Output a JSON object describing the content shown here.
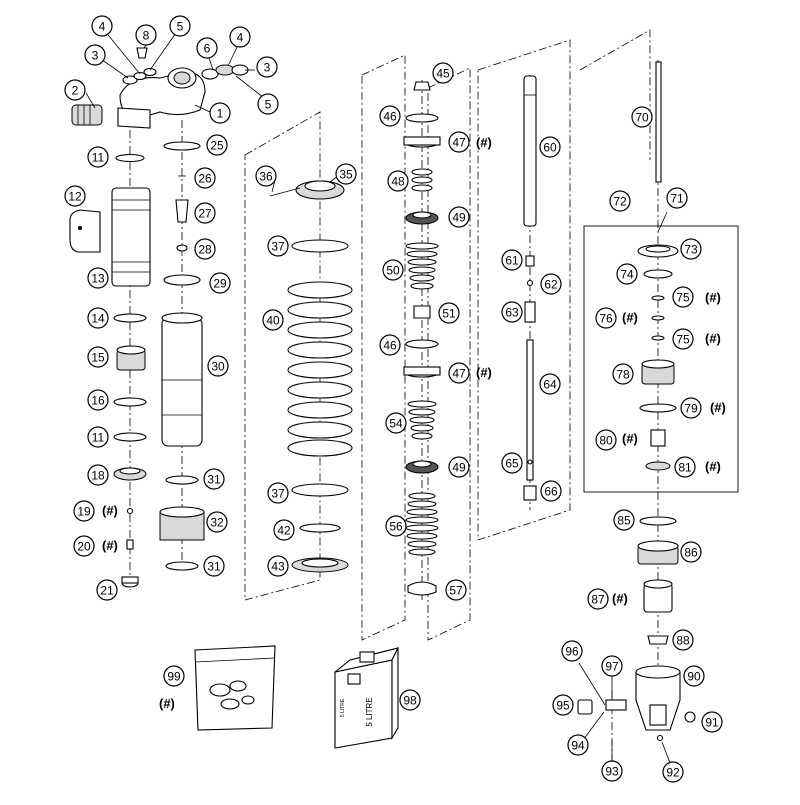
{
  "callouts": [
    {
      "id": "c1",
      "label": "1"
    },
    {
      "id": "c2",
      "label": "2"
    },
    {
      "id": "c3a",
      "label": "3"
    },
    {
      "id": "c3b",
      "label": "3"
    },
    {
      "id": "c4a",
      "label": "4"
    },
    {
      "id": "c4b",
      "label": "4"
    },
    {
      "id": "c5a",
      "label": "5"
    },
    {
      "id": "c5b",
      "label": "5"
    },
    {
      "id": "c6",
      "label": "6"
    },
    {
      "id": "c8",
      "label": "8"
    },
    {
      "id": "c11a",
      "label": "11"
    },
    {
      "id": "c11b",
      "label": "11"
    },
    {
      "id": "c12",
      "label": "12"
    },
    {
      "id": "c13",
      "label": "13"
    },
    {
      "id": "c14",
      "label": "14"
    },
    {
      "id": "c15",
      "label": "15"
    },
    {
      "id": "c16",
      "label": "16"
    },
    {
      "id": "c18",
      "label": "18"
    },
    {
      "id": "c19",
      "label": "19"
    },
    {
      "id": "c20",
      "label": "20"
    },
    {
      "id": "c21",
      "label": "21"
    },
    {
      "id": "c25",
      "label": "25"
    },
    {
      "id": "c26",
      "label": "26"
    },
    {
      "id": "c27",
      "label": "27"
    },
    {
      "id": "c28",
      "label": "28"
    },
    {
      "id": "c29",
      "label": "29"
    },
    {
      "id": "c30",
      "label": "30"
    },
    {
      "id": "c31a",
      "label": "31"
    },
    {
      "id": "c31b",
      "label": "31"
    },
    {
      "id": "c32",
      "label": "32"
    },
    {
      "id": "c35",
      "label": "35"
    },
    {
      "id": "c36",
      "label": "36"
    },
    {
      "id": "c37a",
      "label": "37"
    },
    {
      "id": "c37b",
      "label": "37"
    },
    {
      "id": "c40",
      "label": "40"
    },
    {
      "id": "c42",
      "label": "42"
    },
    {
      "id": "c43",
      "label": "43"
    },
    {
      "id": "c45",
      "label": "45"
    },
    {
      "id": "c46a",
      "label": "46"
    },
    {
      "id": "c46b",
      "label": "46"
    },
    {
      "id": "c47a",
      "label": "47"
    },
    {
      "id": "c47b",
      "label": "47"
    },
    {
      "id": "c48",
      "label": "48"
    },
    {
      "id": "c49a",
      "label": "49"
    },
    {
      "id": "c49b",
      "label": "49"
    },
    {
      "id": "c50",
      "label": "50"
    },
    {
      "id": "c51",
      "label": "51"
    },
    {
      "id": "c54",
      "label": "54"
    },
    {
      "id": "c56",
      "label": "56"
    },
    {
      "id": "c57",
      "label": "57"
    },
    {
      "id": "c60",
      "label": "60"
    },
    {
      "id": "c61",
      "label": "61"
    },
    {
      "id": "c62",
      "label": "62"
    },
    {
      "id": "c63",
      "label": "63"
    },
    {
      "id": "c64",
      "label": "64"
    },
    {
      "id": "c65",
      "label": "65"
    },
    {
      "id": "c66",
      "label": "66"
    },
    {
      "id": "c70",
      "label": "70"
    },
    {
      "id": "c71",
      "label": "71"
    },
    {
      "id": "c72",
      "label": "72"
    },
    {
      "id": "c73",
      "label": "73"
    },
    {
      "id": "c74",
      "label": "74"
    },
    {
      "id": "c75a",
      "label": "75"
    },
    {
      "id": "c75b",
      "label": "75"
    },
    {
      "id": "c76",
      "label": "76"
    },
    {
      "id": "c78",
      "label": "78"
    },
    {
      "id": "c79",
      "label": "79"
    },
    {
      "id": "c80",
      "label": "80"
    },
    {
      "id": "c81",
      "label": "81"
    },
    {
      "id": "c85",
      "label": "85"
    },
    {
      "id": "c86",
      "label": "86"
    },
    {
      "id": "c87",
      "label": "87"
    },
    {
      "id": "c88",
      "label": "88"
    },
    {
      "id": "c90",
      "label": "90"
    },
    {
      "id": "c91",
      "label": "91"
    },
    {
      "id": "c92",
      "label": "92"
    },
    {
      "id": "c93",
      "label": "93"
    },
    {
      "id": "c94",
      "label": "94"
    },
    {
      "id": "c95",
      "label": "95"
    },
    {
      "id": "c96",
      "label": "96"
    },
    {
      "id": "c97",
      "label": "97"
    },
    {
      "id": "c98",
      "label": "98"
    },
    {
      "id": "c99",
      "label": "99"
    }
  ],
  "hash_marks": [
    {
      "id": "h47a",
      "text": "(#)"
    },
    {
      "id": "h47b",
      "text": "(#)"
    },
    {
      "id": "h19",
      "text": "(#)"
    },
    {
      "id": "h20",
      "text": "(#)"
    },
    {
      "id": "h75a",
      "text": "(#)"
    },
    {
      "id": "h75b",
      "text": "(#)"
    },
    {
      "id": "h76",
      "text": "(#)"
    },
    {
      "id": "h79",
      "text": "(#)"
    },
    {
      "id": "h80",
      "text": "(#)"
    },
    {
      "id": "h81",
      "text": "(#)"
    },
    {
      "id": "h87",
      "text": "(#)"
    },
    {
      "id": "h99",
      "text": "(#)"
    }
  ],
  "oil_can_label": "5 LITRE",
  "oil_can_side_label": "5 LITRE"
}
